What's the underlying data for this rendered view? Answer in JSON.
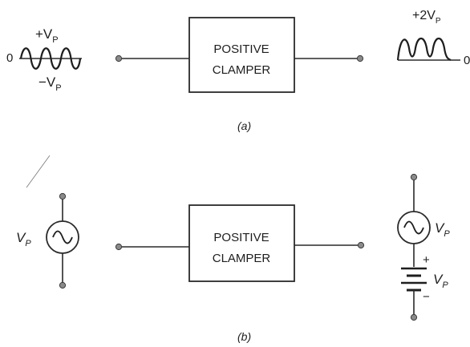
{
  "part_a": {
    "caption": "(a)",
    "block_label": [
      "POSITIVE",
      "CLAMPER"
    ],
    "input": {
      "top_label": "+V",
      "top_sub": "P",
      "bottom_label": "−V",
      "bottom_sub": "P",
      "zero_label": "0"
    },
    "output": {
      "top_label": "+2V",
      "top_sub": "P",
      "zero_label": "0"
    }
  },
  "part_b": {
    "caption": "(b)",
    "block_label": [
      "POSITIVE",
      "CLAMPER"
    ],
    "input_source_label": "V",
    "input_source_sub": "P",
    "output_source_label": "V",
    "output_source_sub": "P",
    "battery_label": "V",
    "battery_sub": "P",
    "plus_sign": "+",
    "minus_sign": "−"
  },
  "icons": {
    "input_waveform": "sine-wave-icon",
    "output_waveform": "clamped-sine-wave-icon",
    "ac_source": "ac-voltage-source-icon",
    "battery": "battery-icon"
  },
  "colors": {
    "ink": "#1e1e1e",
    "terminal": "#8a8a8a"
  }
}
